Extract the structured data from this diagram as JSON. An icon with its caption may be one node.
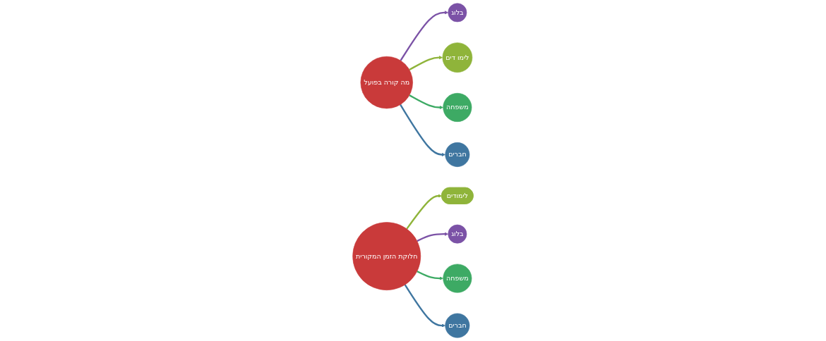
{
  "diagram": {
    "nodes": [
      {
        "text": [
          "בלוג"
        ]
      },
      {
        "text": [
          "לימו דים"
        ]
      },
      {
        "text": [
          "מה קורה בפועל"
        ]
      },
      {
        "text": [
          "משפחה"
        ]
      },
      {
        "text": [
          "חברים"
        ]
      },
      {
        "text": [
          "לימודים"
        ]
      },
      {
        "text": [
          "בלוג"
        ]
      },
      {
        "text": [
          "חלוקת הזמן המקורית"
        ]
      },
      {
        "text": [
          "משפחה"
        ]
      },
      {
        "text": [
          "חברים"
        ]
      }
    ],
    "edges": [
      {
        "from": 2,
        "to": 0,
        "arrow": "to",
        "color": "#7b52a6"
      },
      {
        "from": 2,
        "to": 1,
        "arrow": "to",
        "color": "#8fb43a"
      },
      {
        "from": 2,
        "to": 3,
        "arrow": "to",
        "color": "#3daa64"
      },
      {
        "from": 2,
        "to": 4,
        "arrow": "to",
        "color": "#3f76a0"
      },
      {
        "from": 7,
        "to": 5,
        "arrow": "to",
        "color": "#8fb43a"
      },
      {
        "from": 7,
        "to": 6,
        "arrow": "to",
        "color": "#7b52a6"
      },
      {
        "from": 7,
        "to": 8,
        "arrow": "to",
        "color": "#3daa64"
      },
      {
        "from": 7,
        "to": 9,
        "arrow": "to",
        "color": "#3f76a0"
      }
    ]
  }
}
